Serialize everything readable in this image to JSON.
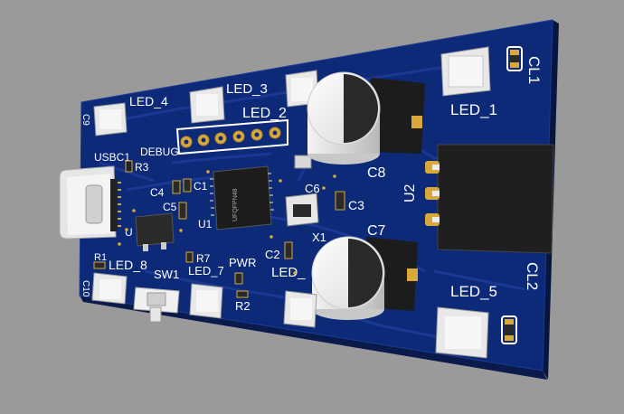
{
  "viewer": {
    "background": "#9a9a9a"
  },
  "board": {
    "soldermask_color": "#0d2a78",
    "silkscreen_color": "#ffffff",
    "designators": {
      "led1": "LED_1",
      "led2": "LED_2",
      "led3": "LED_3",
      "led4": "LED_4",
      "led5": "LED_5",
      "led6": "LED_",
      "led7": "LED_7",
      "led8": "LED_8",
      "cl1": "CL1",
      "cl2": "CL2",
      "c1": "C1",
      "c2": "C2",
      "c3": "C3",
      "c4": "C4",
      "c5": "C5",
      "c6": "C6",
      "c7": "C7",
      "c8": "C8",
      "c9": "C9",
      "c10": "C10",
      "r1": "R1",
      "r2": "R2",
      "r3": "R3",
      "r7": "R7",
      "u1": "U1",
      "u2": "U2",
      "u3": "U",
      "x1": "X1",
      "sw1": "SW1",
      "usbc1": "USBC1",
      "debug": "DEBUG",
      "pwr": "PWR",
      "mcu_marking": "UFQFPN48"
    }
  }
}
